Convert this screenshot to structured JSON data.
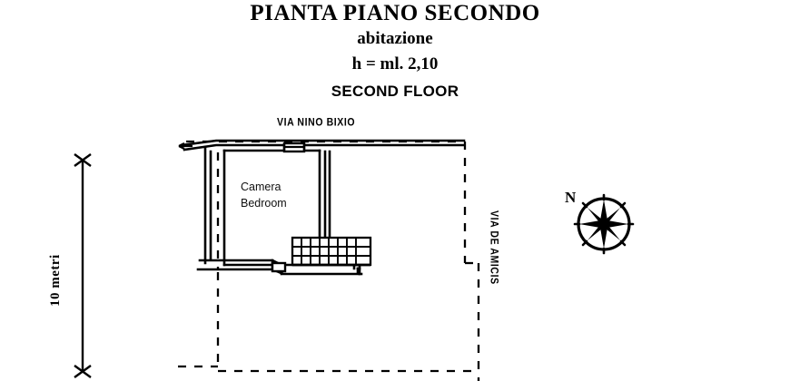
{
  "document": {
    "type": "architectural-floor-plan",
    "title_italian": "PIANTA PIANO SECONDO",
    "subtitle_italian": "abitazione",
    "height_note": "h = ml. 2,10",
    "title_english": "SECOND FLOOR"
  },
  "streets": {
    "top": "VIA NINO BIXIO",
    "right": "VIA DE AMICIS"
  },
  "scale": {
    "label": "10 metri"
  },
  "rooms": [
    {
      "name_italian": "Camera",
      "name_english": "Bedroom"
    }
  ],
  "compass": {
    "north_label": "N"
  }
}
